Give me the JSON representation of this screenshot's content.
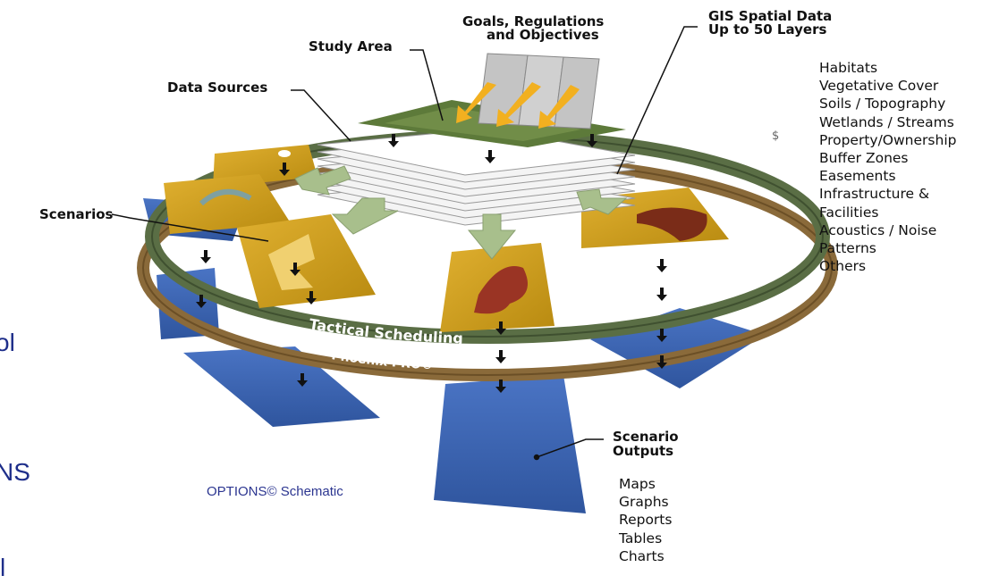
{
  "callouts": {
    "study_area": "Study Area",
    "goals_line1": "Goals, Regulations",
    "goals_line2": "and Objectives",
    "gis_line1": "GIS Spatial Data",
    "gis_line2": "Up to 50 Layers",
    "data_sources": "Data Sources",
    "scenarios": "Scenarios",
    "outputs_line1": "Scenario",
    "outputs_line2": "Outputs"
  },
  "ring_labels": {
    "tactical": "Tactical Scheduling",
    "phoenix": "Phoenix PRO®"
  },
  "gis_layers": [
    "Habitats",
    "Vegetative Cover",
    "Soils / Topography",
    "Wetlands / Streams",
    "Property/Ownership",
    "Buffer Zones",
    "Easements",
    "Infrastructure &",
    "Facilities",
    "Acoustics / Noise",
    "Patterns",
    "Others"
  ],
  "outputs_list": [
    "Maps",
    "Graphs",
    "Reports",
    "Tables",
    "Charts"
  ],
  "caption": "OPTIONS© Schematic",
  "cropped_edge_text": [
    "ol",
    "NS",
    "l"
  ],
  "stray_mark": "$",
  "colors": {
    "ring_green": "#5a6e45",
    "ring_brown": "#8a6a3a",
    "map_tile": "#d0a01a",
    "output_blue": "#3c64b0",
    "arrow_green": "#a8bf8c",
    "arrow_orange": "#f2b020",
    "edge_text": "#1e2e8a"
  },
  "icons": [
    "down-arrow-icon",
    "flow-arrow-icon"
  ]
}
